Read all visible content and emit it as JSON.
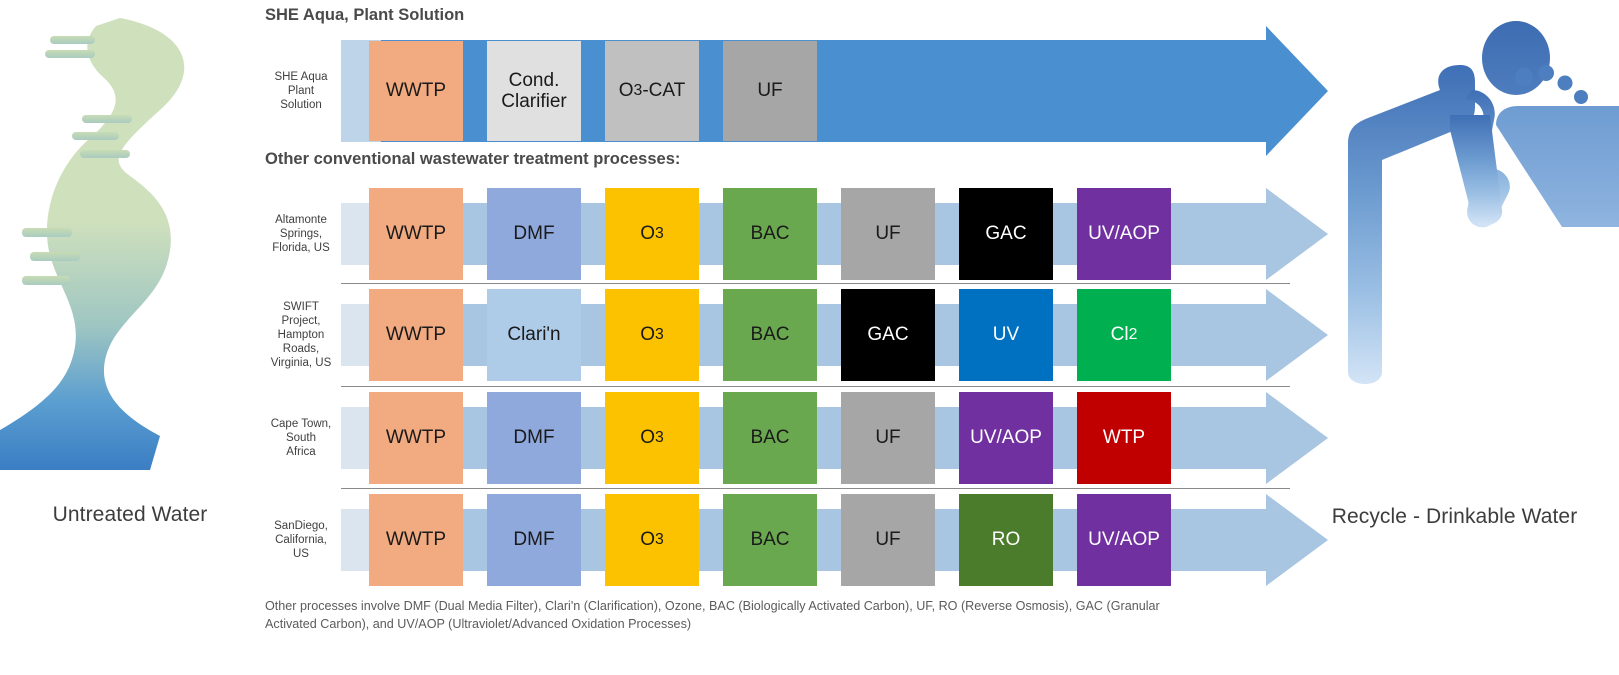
{
  "left": {
    "caption": "Untreated Water",
    "art": "winding-river-icon",
    "gradient_top": "#cfe0bd",
    "gradient_bottom": "#3b82c4"
  },
  "right": {
    "caption": "Recycle - Drinkable Water",
    "art": "person-drinking-fountain-icon",
    "gradient_top": "#3f6fb5",
    "gradient_bottom": "#cfe0f3"
  },
  "headings": {
    "main": "SHE Aqua, Plant Solution",
    "other": "Other conventional wastewater treatment processes:"
  },
  "colors": {
    "water_light": "#dbe5ef",
    "water_mid": "#a8c5e2",
    "water_strong": "#4a8fd0",
    "separator": "#8a8a8a",
    "orange": "#f2ab81",
    "light_grey": "#e0e0e0",
    "mid_grey": "#c0c0c0",
    "grey": "#a6a6a6",
    "blue_periwinkle": "#8fa9dc",
    "light_blue": "#aecbe8",
    "yellow": "#fcc200",
    "green": "#6aa84f",
    "black": "#000000",
    "purple": "#7030a0",
    "strong_blue": "#0070c0",
    "emerald": "#00b050",
    "red": "#c00000",
    "dark_green": "#4b7c2c"
  },
  "featured_row": {
    "label": "SHE Aqua\nPlant\nSolution",
    "label_lines": [
      "SHE Aqua",
      "Plant",
      "Solution"
    ],
    "steps": [
      {
        "label": "WWTP",
        "color": "#f2ab81",
        "text_color": "#1a1a1a"
      },
      {
        "label": "Cond.\nClarifier",
        "lines": [
          "Cond.",
          "Clarifier"
        ],
        "color": "#e0e0e0",
        "text_color": "#1a1a1a"
      },
      {
        "label": "O3-CAT",
        "rich": "O<sub>3</sub>-CAT",
        "color": "#c0c0c0",
        "text_color": "#1a1a1a"
      },
      {
        "label": "UF",
        "color": "#a6a6a6",
        "text_color": "#1a1a1a"
      }
    ]
  },
  "rows": [
    {
      "label_lines": [
        "Altamonte",
        "Springs,",
        "Florida, US"
      ],
      "steps": [
        {
          "label": "WWTP",
          "color": "#f2ab81",
          "text_color": "#1a1a1a"
        },
        {
          "label": "DMF",
          "color": "#8fa9dc",
          "text_color": "#1a1a1a"
        },
        {
          "label": "O3",
          "rich": "O<sub>3</sub>",
          "color": "#fcc200",
          "text_color": "#1a1a1a"
        },
        {
          "label": "BAC",
          "color": "#6aa84f",
          "text_color": "#1a1a1a"
        },
        {
          "label": "UF",
          "color": "#a6a6a6",
          "text_color": "#1a1a1a"
        },
        {
          "label": "GAC",
          "color": "#000000",
          "text_color": "#ffffff"
        },
        {
          "label": "UV/AOP",
          "color": "#7030a0",
          "text_color": "#ffffff"
        }
      ]
    },
    {
      "label_lines": [
        "SWIFT",
        "Project,",
        "Hampton",
        "Roads,",
        "Virginia, US"
      ],
      "steps": [
        {
          "label": "WWTP",
          "color": "#f2ab81",
          "text_color": "#1a1a1a"
        },
        {
          "label": "Clari'n",
          "color": "#aecbe8",
          "text_color": "#1a1a1a"
        },
        {
          "label": "O3",
          "rich": "O<sub>3</sub>",
          "color": "#fcc200",
          "text_color": "#1a1a1a"
        },
        {
          "label": "BAC",
          "color": "#6aa84f",
          "text_color": "#1a1a1a"
        },
        {
          "label": "GAC",
          "color": "#000000",
          "text_color": "#ffffff"
        },
        {
          "label": "UV",
          "color": "#0070c0",
          "text_color": "#ffffff"
        },
        {
          "label": "Cl2",
          "rich": "Cl<sub>2</sub>",
          "color": "#00b050",
          "text_color": "#ffffff"
        }
      ]
    },
    {
      "label_lines": [
        "Cape Town,",
        "South",
        "Africa"
      ],
      "steps": [
        {
          "label": "WWTP",
          "color": "#f2ab81",
          "text_color": "#1a1a1a"
        },
        {
          "label": "DMF",
          "color": "#8fa9dc",
          "text_color": "#1a1a1a"
        },
        {
          "label": "O3",
          "rich": "O<sub>3</sub>",
          "color": "#fcc200",
          "text_color": "#1a1a1a"
        },
        {
          "label": "BAC",
          "color": "#6aa84f",
          "text_color": "#1a1a1a"
        },
        {
          "label": "UF",
          "color": "#a6a6a6",
          "text_color": "#1a1a1a"
        },
        {
          "label": "UV/AOP",
          "color": "#7030a0",
          "text_color": "#ffffff"
        },
        {
          "label": "WTP",
          "color": "#c00000",
          "text_color": "#ffffff"
        }
      ]
    },
    {
      "label_lines": [
        "SanDiego,",
        "California,",
        "US"
      ],
      "steps": [
        {
          "label": "WWTP",
          "color": "#f2ab81",
          "text_color": "#1a1a1a"
        },
        {
          "label": "DMF",
          "color": "#8fa9dc",
          "text_color": "#1a1a1a"
        },
        {
          "label": "O3",
          "rich": "O<sub>3</sub>",
          "color": "#fcc200",
          "text_color": "#1a1a1a"
        },
        {
          "label": "BAC",
          "color": "#6aa84f",
          "text_color": "#1a1a1a"
        },
        {
          "label": "UF",
          "color": "#a6a6a6",
          "text_color": "#1a1a1a"
        },
        {
          "label": "RO",
          "color": "#4b7c2c",
          "text_color": "#ffffff"
        },
        {
          "label": "UV/AOP",
          "color": "#7030a0",
          "text_color": "#ffffff"
        }
      ]
    }
  ],
  "footnote": {
    "line1": "Other processes involve DMF (Dual Media Filter), Clari'n (Clarification), Ozone, BAC (Biologically Activated Carbon), UF, RO (Reverse Osmosis), GAC (Granular",
    "line2": "Activated Carbon), and UV/AOP (Ultraviolet/Advanced Oxidation Processes)"
  }
}
